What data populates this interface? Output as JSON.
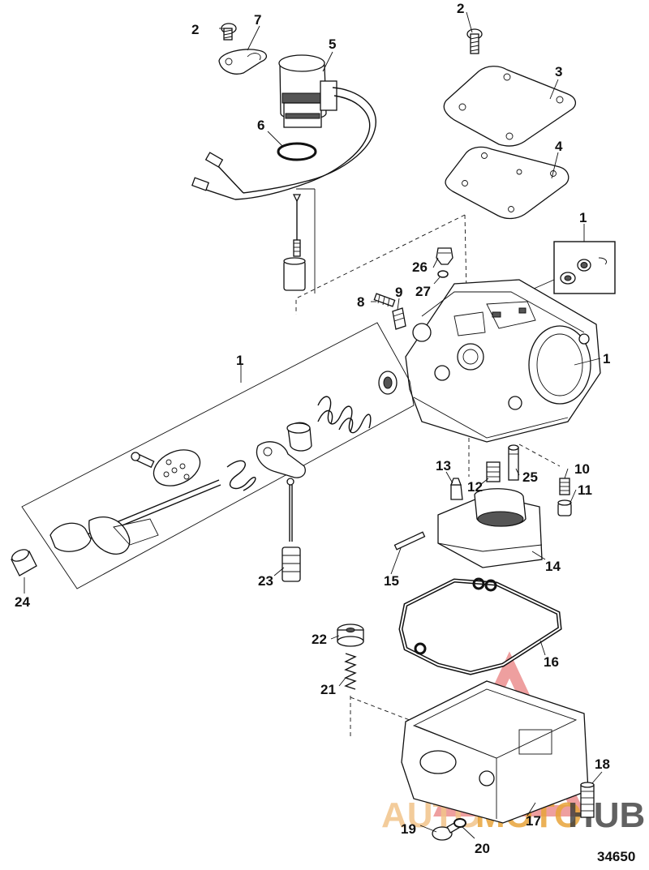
{
  "figure_number": "34650",
  "watermark": {
    "word_part_1": "AUTO",
    "word_part_2": "MOTO",
    "word_part_3": "HUB",
    "color_primary": "#e8a43a",
    "color_secondary": "#f2c48a",
    "color_dark": "#3a3a3a",
    "color_triangle": "#e05050"
  },
  "callouts": {
    "c1_top_right": "1",
    "c1_left": "1",
    "c1_body": "1",
    "c2_left": "2",
    "c2_right": "2",
    "c3": "3",
    "c4": "4",
    "c5": "5",
    "c6": "6",
    "c7": "7",
    "c8": "8",
    "c9": "9",
    "c10": "10",
    "c11": "11",
    "c12": "12",
    "c13": "13",
    "c14": "14",
    "c15": "15",
    "c16": "16",
    "c17": "17",
    "c18": "18",
    "c19": "19",
    "c20": "20",
    "c21": "21",
    "c22": "22",
    "c23": "23",
    "c24": "24",
    "c25": "25",
    "c26": "26",
    "c27": "27"
  }
}
